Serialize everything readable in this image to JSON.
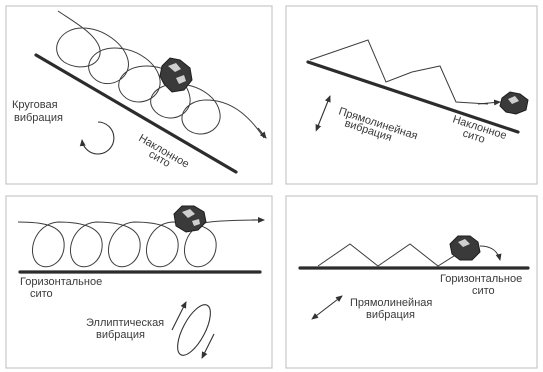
{
  "panels": {
    "top_left": {
      "vibration_line1": "Круговая",
      "vibration_line2": "вибрация",
      "sieve_line1": "Наклонное",
      "sieve_line2": "сито"
    },
    "top_right": {
      "vibration_line1": "Прямолинейная",
      "vibration_line2": "вибрация",
      "sieve_line1": "Наклонное",
      "sieve_line2": "сито"
    },
    "bottom_left": {
      "sieve_line1": "Горизонтальное",
      "sieve_line2": "сито",
      "vibration_line1": "Эллиптическая",
      "vibration_line2": "вибрация"
    },
    "bottom_right": {
      "sieve_line1": "Горизонтальное",
      "sieve_line2": "сито",
      "vibration_line1": "Прямолинейная",
      "vibration_line2": "вибрация"
    }
  },
  "colors": {
    "line": "#2c2c2c",
    "frame": "#c8c8c8",
    "rock": "#3a3a3a"
  }
}
